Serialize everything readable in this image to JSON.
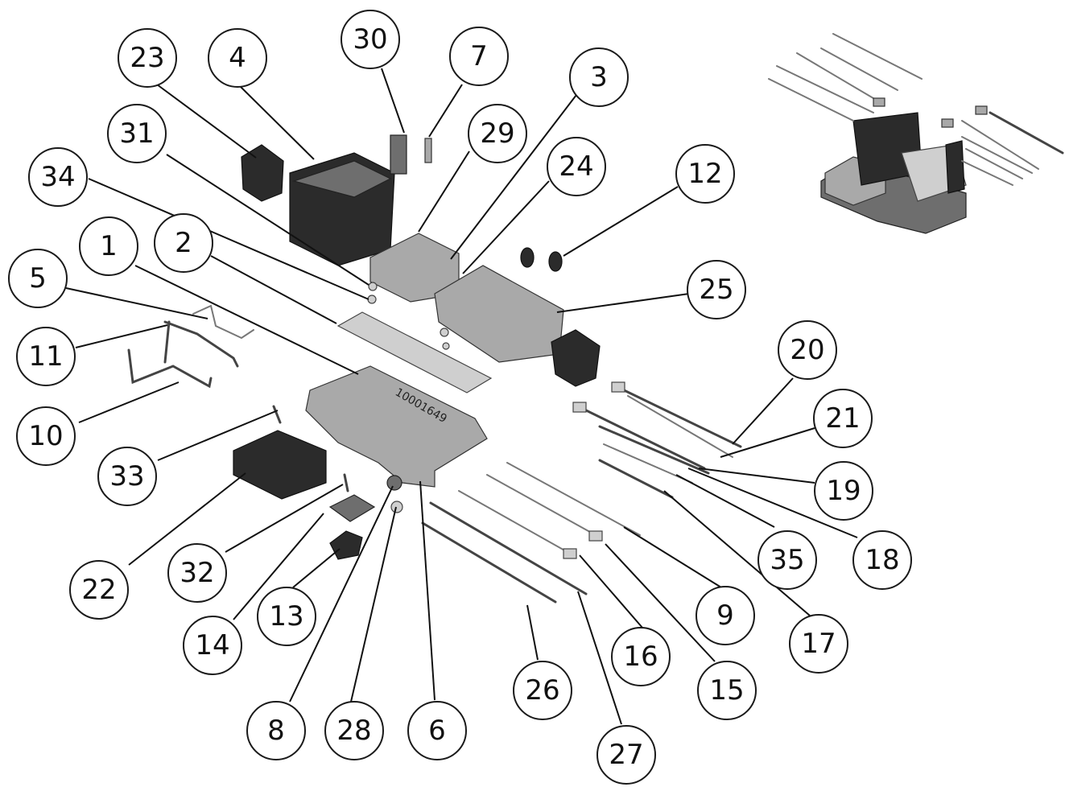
{
  "plate_marking": "10001649",
  "callouts": [
    {
      "id": "1",
      "label": "1"
    },
    {
      "id": "2",
      "label": "2"
    },
    {
      "id": "3",
      "label": "3"
    },
    {
      "id": "4",
      "label": "4"
    },
    {
      "id": "5",
      "label": "5"
    },
    {
      "id": "6",
      "label": "6"
    },
    {
      "id": "7",
      "label": "7"
    },
    {
      "id": "8",
      "label": "8"
    },
    {
      "id": "9",
      "label": "9"
    },
    {
      "id": "10",
      "label": "10"
    },
    {
      "id": "11",
      "label": "11"
    },
    {
      "id": "12",
      "label": "12"
    },
    {
      "id": "13",
      "label": "13"
    },
    {
      "id": "14",
      "label": "14"
    },
    {
      "id": "15",
      "label": "15"
    },
    {
      "id": "16",
      "label": "16"
    },
    {
      "id": "17",
      "label": "17"
    },
    {
      "id": "18",
      "label": "18"
    },
    {
      "id": "19",
      "label": "19"
    },
    {
      "id": "20",
      "label": "20"
    },
    {
      "id": "21",
      "label": "21"
    },
    {
      "id": "22",
      "label": "22"
    },
    {
      "id": "23",
      "label": "23"
    },
    {
      "id": "24",
      "label": "24"
    },
    {
      "id": "25",
      "label": "25"
    },
    {
      "id": "26",
      "label": "26"
    },
    {
      "id": "27",
      "label": "27"
    },
    {
      "id": "28",
      "label": "28"
    },
    {
      "id": "29",
      "label": "29"
    },
    {
      "id": "30",
      "label": "30"
    },
    {
      "id": "31",
      "label": "31"
    },
    {
      "id": "32",
      "label": "32"
    },
    {
      "id": "33",
      "label": "33"
    },
    {
      "id": "34",
      "label": "34"
    },
    {
      "id": "35",
      "label": "35"
    }
  ]
}
